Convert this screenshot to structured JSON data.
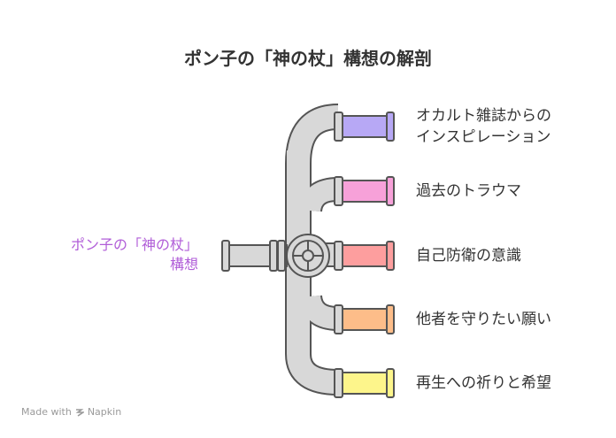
{
  "title": "ポン子の「神の杖」構想の解剖",
  "source_label": [
    "ポン子の「神の杖」",
    "構想"
  ],
  "items": [
    {
      "lines": [
        "オカルト雑誌からの",
        "インスピレーション"
      ],
      "color": "#b7a8f5"
    },
    {
      "lines": [
        "過去のトラウマ"
      ],
      "color": "#f7a1d9"
    },
    {
      "lines": [
        "自己防衛の意識"
      ],
      "color": "#fd9e9e"
    },
    {
      "lines": [
        "他者を守りたい願い"
      ],
      "color": "#fdbd89"
    },
    {
      "lines": [
        "再生への祈りと希望"
      ],
      "color": "#fdf58b"
    }
  ],
  "footer": {
    "made_with": "Made with",
    "brand": "Napkin",
    "icon": "napkin-logo-icon"
  }
}
